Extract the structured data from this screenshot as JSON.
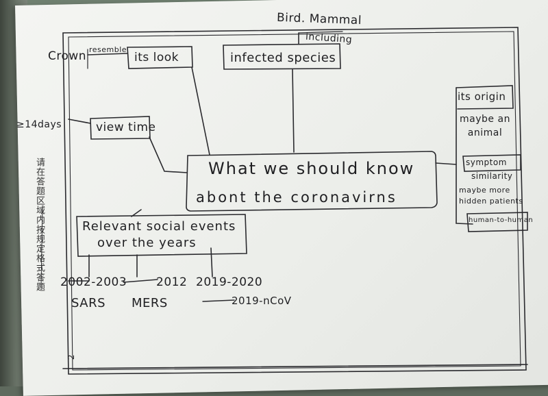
{
  "margin_note": "请在答题区域内按规定格式答题",
  "page_number": "2",
  "center_topic": {
    "line1": "What we should know",
    "line2": "abont the coronavirns"
  },
  "branches": {
    "look": {
      "label": "its look",
      "note_left": "Crown",
      "note_small": "resemble"
    },
    "species": {
      "label": "infected species",
      "note_above": "Bird. Mammal",
      "note_including": "including"
    },
    "view_time": {
      "label": "view time",
      "note_left": "≥14days"
    },
    "origin": {
      "label": "its origin",
      "note": "maybe an animal"
    },
    "symptom": {
      "label": "symptom",
      "similarity": "similarity",
      "note": "maybe more hidden patients",
      "human": "human-to-human"
    },
    "events": {
      "label_line1": "Relevant social events",
      "label_line2": "over the years",
      "items": [
        {
          "years": "2002-2003",
          "name": "SARS"
        },
        {
          "years": "2012",
          "name": "MERS"
        },
        {
          "years": "2019-2020",
          "name": "2019-nCoV"
        }
      ]
    }
  }
}
